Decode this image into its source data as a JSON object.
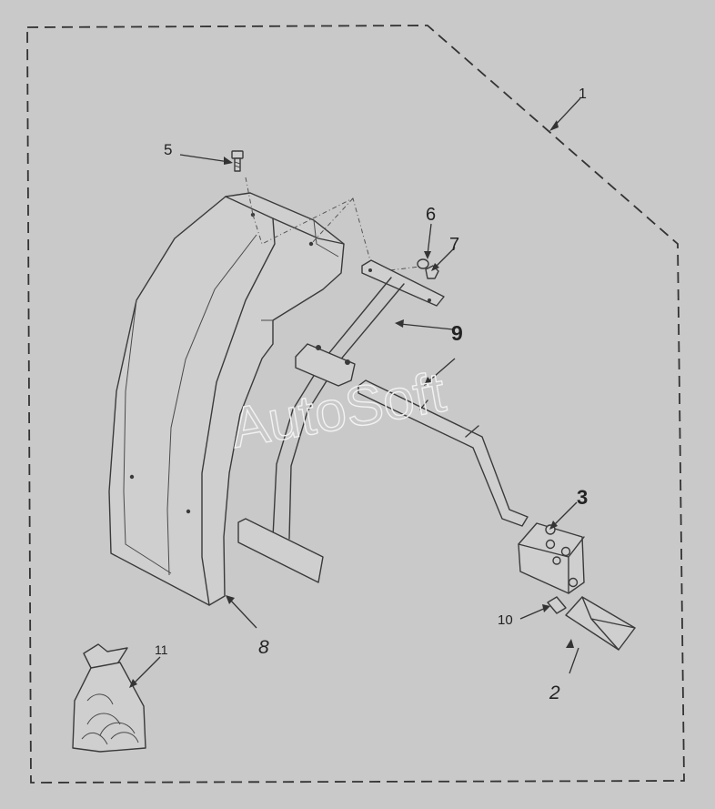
{
  "callouts": [
    {
      "id": "1",
      "text": "1"
    },
    {
      "id": "2",
      "text": "2"
    },
    {
      "id": "3",
      "text": "3"
    },
    {
      "id": "5",
      "text": "5"
    },
    {
      "id": "6",
      "text": "6"
    },
    {
      "id": "7",
      "text": "7"
    },
    {
      "id": "8",
      "text": "8"
    },
    {
      "id": "9",
      "text": "9"
    },
    {
      "id": "10",
      "text": "10"
    },
    {
      "id": "11",
      "text": "11"
    }
  ],
  "watermark": "AutoSoft",
  "colors": {
    "background": "#c9c9c9",
    "line": "#3a3a3a",
    "watermark": "#f2f2f2"
  }
}
